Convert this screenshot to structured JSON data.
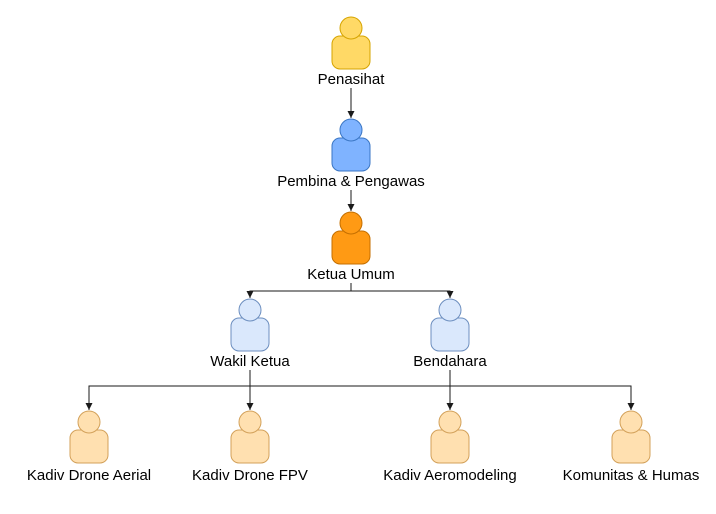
{
  "colors": {
    "edge": "#1a1a1a",
    "yellow": {
      "fill": "#ffd966",
      "stroke": "#d6a400"
    },
    "blue": {
      "fill": "#7fb3ff",
      "stroke": "#3a76c4"
    },
    "orange": {
      "fill": "#ff9a14",
      "stroke": "#c46f00"
    },
    "lightblue": {
      "fill": "#dae8fc",
      "stroke": "#6c8ebf"
    },
    "peach": {
      "fill": "#ffe0b0",
      "stroke": "#d3a15a"
    }
  },
  "nodes": [
    {
      "id": "penasihat",
      "label": "Penasihat",
      "color": "yellow",
      "icon": "person-icon"
    },
    {
      "id": "pembina",
      "label": "Pembina & Pengawas",
      "color": "blue",
      "icon": "person-icon"
    },
    {
      "id": "ketua",
      "label": "Ketua Umum",
      "color": "orange",
      "icon": "person-icon"
    },
    {
      "id": "wakil",
      "label": "Wakil Ketua",
      "color": "lightblue",
      "icon": "person-icon"
    },
    {
      "id": "bendahara",
      "label": "Bendahara",
      "color": "lightblue",
      "icon": "person-icon"
    },
    {
      "id": "aerial",
      "label": "Kadiv Drone Aerial",
      "color": "peach",
      "icon": "person-icon"
    },
    {
      "id": "fpv",
      "label": "Kadiv Drone FPV",
      "color": "peach",
      "icon": "person-icon"
    },
    {
      "id": "aeromodeling",
      "label": "Kadiv Aeromodeling",
      "color": "peach",
      "icon": "person-icon"
    },
    {
      "id": "humas",
      "label": "Komunitas & Humas",
      "color": "peach",
      "icon": "person-icon"
    }
  ],
  "edges": [
    {
      "from": "penasihat",
      "to": "pembina"
    },
    {
      "from": "pembina",
      "to": "ketua"
    },
    {
      "from": "ketua",
      "to": "wakil"
    },
    {
      "from": "ketua",
      "to": "bendahara"
    },
    {
      "from": "wakil",
      "to": "fpv"
    },
    {
      "from": "bendahara",
      "to": "aeromodeling"
    },
    {
      "from": "bendahara",
      "to": "aerial"
    },
    {
      "from": "bendahara",
      "to": "humas"
    }
  ]
}
